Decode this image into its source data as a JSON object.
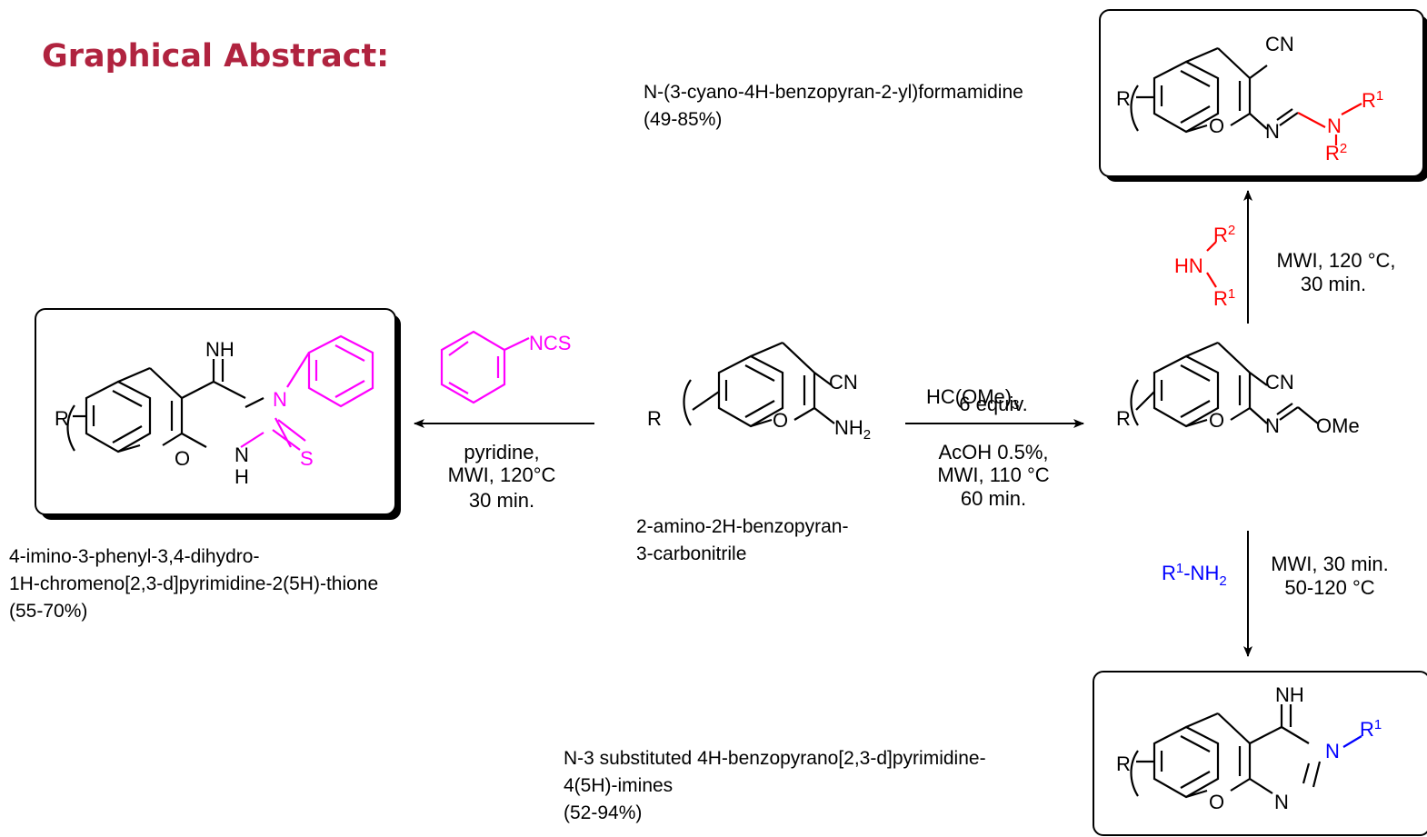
{
  "title": "Graphical Abstract:",
  "colors": {
    "title": "#b0233f",
    "amine": "#ff0000",
    "primary_amine": "#0000ff",
    "isothiocyanate": "#ff00ff",
    "bonds": "#000000"
  },
  "start_material": {
    "name_lines": [
      "2-amino-2H-benzopyran-",
      "3-carbonitrile"
    ],
    "labels": {
      "cn": "CN",
      "nh2": "NH",
      "nh2_sub": "2",
      "o": "O",
      "r": "R"
    }
  },
  "intermediate": {
    "labels": {
      "cn": "CN",
      "n": "N",
      "o": "O",
      "ome": "OMe",
      "r": "R"
    }
  },
  "product_formamidine": {
    "name_lines": [
      "N-(3-cyano-4H-benzopyran-2-yl)formamidine",
      "(49-85%)"
    ],
    "labels": {
      "cn": "CN",
      "n_imine": "N",
      "n_amine": "N",
      "o": "O",
      "r": "R",
      "r1": "R",
      "r1_sup": "1",
      "r2": "R",
      "r2_sup": "2"
    }
  },
  "product_thione": {
    "name_lines": [
      "4-imino-3-phenyl-3,4-dihydro-",
      "1H-chromeno[2,3-d]pyrimidine-2(5H)-thione",
      "(55-70%)"
    ],
    "labels": {
      "nh_top": "NH",
      "n3": "N",
      "nh": "N",
      "nh_h": "H",
      "o": "O",
      "s": "S",
      "r": "R"
    }
  },
  "product_imine": {
    "name_lines": [
      "N-3 substituted 4H-benzopyrano[2,3-d]pyrimidine-",
      "4(5H)-imines",
      "(52-94%)"
    ],
    "labels": {
      "nh": "NH",
      "n3": "N",
      "n1": "N",
      "o": "O",
      "r": "R",
      "r1": "R",
      "r1_sup": "1"
    }
  },
  "reagents": {
    "orthoformate": {
      "above": [
        "HC(OMe)",
        "6 equiv."
      ],
      "above_sub": "3",
      "below": [
        "AcOH 0.5%,",
        "MWI, 110 °C",
        "60 min."
      ]
    },
    "secondary_amine": {
      "hn": "HN",
      "r1": "R",
      "r1_sup": "1",
      "r2": "R",
      "r2_sup": "2",
      "conditions": [
        "MWI, 120 °C,",
        "30 min."
      ]
    },
    "primary_amine": {
      "label": "R",
      "sup": "1",
      "mid": "-NH",
      "sub": "2",
      "conditions": [
        "MWI, 30 min.",
        "50-120 °C"
      ]
    },
    "isothiocyanate": {
      "label": "NCS",
      "conditions": [
        "pyridine,",
        "MWI, 120°C",
        "30 min."
      ]
    }
  }
}
